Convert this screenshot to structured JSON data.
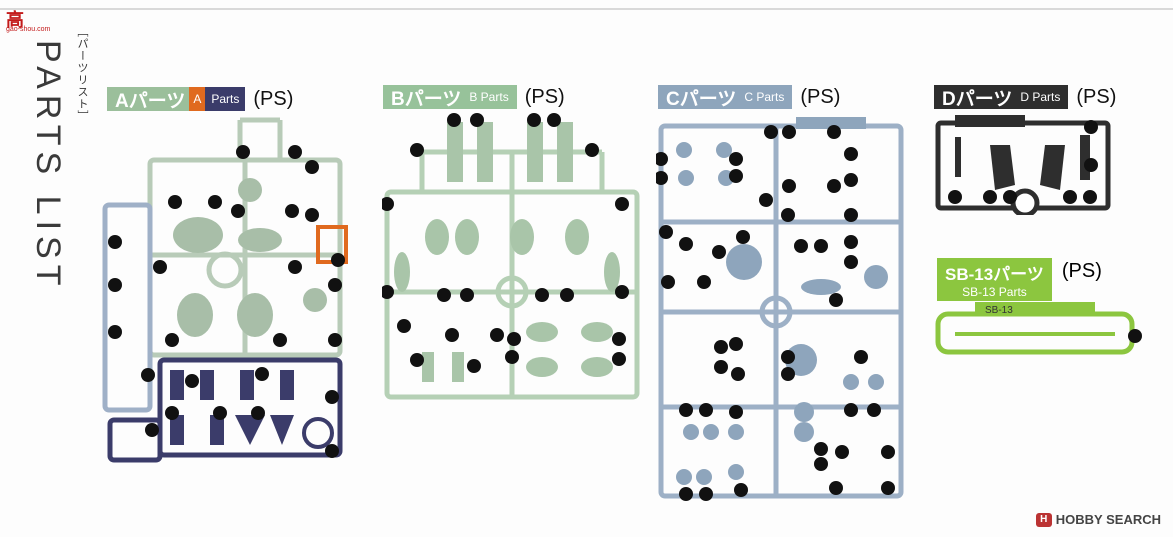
{
  "logo": {
    "text": "高",
    "sub": "gao-shou.com"
  },
  "side": {
    "title": "PARTS LIST",
    "jp": "［パーツリスト］"
  },
  "colors": {
    "A": "#9bbf9b",
    "A2": "#e06a1f",
    "A3": "#3b3c6a",
    "B": "#97c29a",
    "C": "#8ea5bc",
    "D": "#2e2e2e",
    "SB": "#8cc63f"
  },
  "headers": {
    "a": {
      "label": "Aパーツ",
      "sub1": "A",
      "sub2": "Parts",
      "ps": "(PS)"
    },
    "b": {
      "label": "Bパーツ",
      "sub": "B Parts",
      "ps": "(PS)"
    },
    "c": {
      "label": "Cパーツ",
      "sub": "C Parts",
      "ps": "(PS)"
    },
    "d": {
      "label": "Dパーツ",
      "sub": "D Parts",
      "ps": "(PS)"
    },
    "sb": {
      "label": "SB-13パーツ",
      "sub": "SB-13 Parts",
      "ps": "(PS)",
      "tag": "SB-13"
    }
  },
  "footer": {
    "icon": "H",
    "text": "HOBBY SEARCH"
  }
}
